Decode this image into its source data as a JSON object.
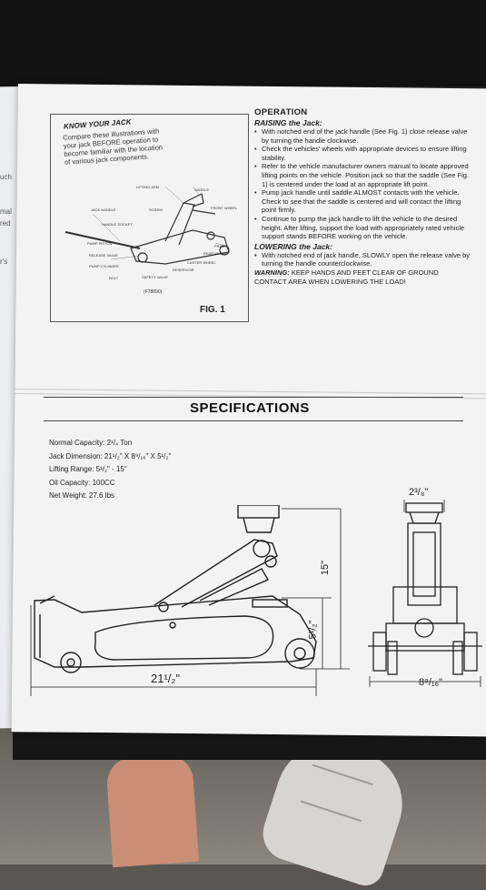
{
  "left_page": {
    "fragments": [
      "uch",
      "mal",
      "red",
      "r's"
    ]
  },
  "know_your_jack": {
    "title": "KNOW YOUR JACK",
    "text": "Compare these illustrations with your jack BEFORE operation to become familiar with the location of various jack components.",
    "figure_label": "FIG. 1",
    "figure_code": "(F78890)",
    "parts": [
      "LIFTING ARM",
      "SADDLE",
      "JACK HANDLE",
      "FRONT WHEEL",
      "HANDLE SOCKET",
      "PUMP PISTON",
      "RELEASE VALVE",
      "PUMP CYLINDER",
      "BOLT",
      "FRAME",
      "REAR WHEEL",
      "CASTER WHEEL",
      "RESERVOIR",
      "SCREW",
      "SAFETY VALVE"
    ]
  },
  "operation": {
    "heading": "OPERATION",
    "raising_heading": "RAISING the Jack:",
    "raising_items": [
      "With notched end of the jack handle (See Fig. 1) close release valve by turning the handle clockwise.",
      "Check the vehicles' wheels with appropriate devices to ensure lifting stability.",
      "Refer to the vehicle manufacturer owners manual to locate approved lifting points on the vehicle. Position jack so that the saddle (See Fig. 1) is centered under the load at an appropriate lift point.",
      "Pump jack handle until saddle ALMOST contacts with the vehicle. Check to see that the saddle is centered and will contact the lifting point firmly.",
      "Continue to pump the jack handle to lift the vehicle to the desired height. After lifting, support the load with appropriately rated vehicle support stands BEFORE working on the vehicle."
    ],
    "lowering_heading": "LOWERING the Jack:",
    "lowering_items": [
      "With notched end of jack handle, SLOWLY open the release valve by turning the handle counterclockwise."
    ],
    "warning_label": "WARNING:",
    "warning_text": "KEEP HANDS AND FEET CLEAR OF GROUND CONTACT AREA WHEN LOWERING THE LOAD!"
  },
  "specifications": {
    "title": "SPECIFICATIONS",
    "items": [
      "Normal Capacity: 2¹/₄ Ton",
      "Jack Dimension: 21¹/₂\" X 8⁹/₁₆\" X 5¹/₂\"",
      "Lifting Range: 5¹/₂\" - 15\"",
      "Oil Capacity: 100CC",
      "Net Weight: 27.6 lbs"
    ]
  },
  "dimensions": {
    "length": "21¹/₂\"",
    "height_max": "15\"",
    "height_min": "5¹/₂\"",
    "width": "8⁹/₁₆\"",
    "saddle_width": "2³/₈\""
  },
  "colors": {
    "paper": "#f3f3f4",
    "ink": "#222222",
    "background": "#121212"
  }
}
